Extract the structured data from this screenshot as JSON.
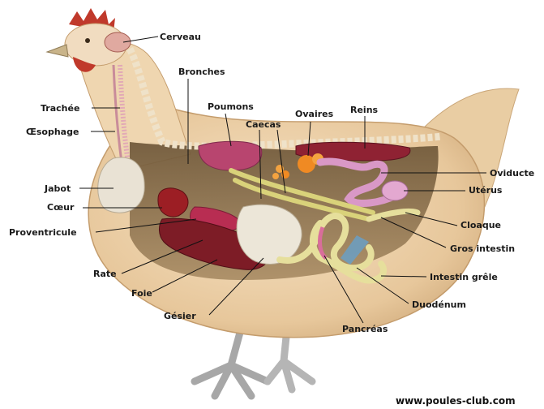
{
  "diagram": {
    "subject": "chicken-anatomy",
    "labels": {
      "cerveau": "Cerveau",
      "bronches": "Bronches",
      "poumons": "Poumons",
      "caecas": "Caecas",
      "ovaires": "Ovaires",
      "reins": "Reins",
      "trachee": "Trachée",
      "oesophage": "Œsophage",
      "oviducte": "Oviducte",
      "jabot": "Jabot",
      "uterus": "Utérus",
      "coeur": "Cœur",
      "proventricule": "Proventricule",
      "cloaque": "Cloaque",
      "gros_intestin": "Gros intestin",
      "rate": "Rate",
      "intestin_grele": "Intestin grêle",
      "foie": "Foie",
      "duodenum": "Duodénum",
      "gesier": "Gésier",
      "pancreas": "Pancréas"
    },
    "watermark": "www.poules-club.com"
  }
}
